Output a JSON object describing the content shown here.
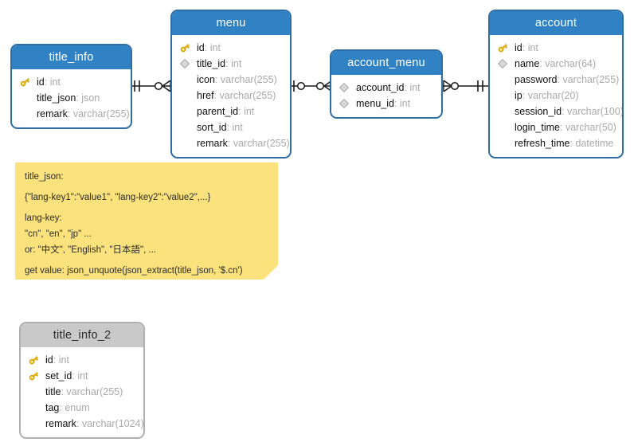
{
  "diagram": {
    "title": "database-er-diagram",
    "background": "#ffffff",
    "colors": {
      "header_blue": "#3182c4",
      "border_blue": "#2f6ea5",
      "header_gray": "#c9c9c9",
      "border_gray": "#b0b0b0",
      "note_yellow": "#fbe27d",
      "type_text": "#a9a9a9",
      "name_text": "#111111",
      "connector": "#1a1a1a"
    }
  },
  "entities": [
    {
      "name": "title_info",
      "style": "blue",
      "fields": [
        {
          "marker": "key-icon",
          "name": "id",
          "type": "int"
        },
        {
          "marker": "none",
          "name": "title_json",
          "type": "json"
        },
        {
          "marker": "none",
          "name": "remark",
          "type": "varchar(255)"
        }
      ]
    },
    {
      "name": "menu",
      "style": "blue",
      "fields": [
        {
          "marker": "key-icon",
          "name": "id",
          "type": "int"
        },
        {
          "marker": "diamond-icon",
          "name": "title_id",
          "type": "int"
        },
        {
          "marker": "none",
          "name": "icon",
          "type": "varchar(255)"
        },
        {
          "marker": "none",
          "name": "href",
          "type": "varchar(255)"
        },
        {
          "marker": "none",
          "name": "parent_id",
          "type": "int"
        },
        {
          "marker": "none",
          "name": "sort_id",
          "type": "int"
        },
        {
          "marker": "none",
          "name": "remark",
          "type": "varchar(255)"
        }
      ]
    },
    {
      "name": "account_menu",
      "style": "blue",
      "fields": [
        {
          "marker": "diamond-icon",
          "name": "account_id",
          "type": "int"
        },
        {
          "marker": "diamond-icon",
          "name": "menu_id",
          "type": "int"
        }
      ]
    },
    {
      "name": "account",
      "style": "blue",
      "fields": [
        {
          "marker": "key-icon",
          "name": "id",
          "type": "int"
        },
        {
          "marker": "diamond-icon",
          "name": "name",
          "type": "varchar(64)"
        },
        {
          "marker": "none",
          "name": "password",
          "type": "varchar(255)"
        },
        {
          "marker": "none",
          "name": "ip",
          "type": "varchar(20)"
        },
        {
          "marker": "none",
          "name": "session_id",
          "type": "varchar(100)"
        },
        {
          "marker": "none",
          "name": "login_time",
          "type": "varchar(50)"
        },
        {
          "marker": "none",
          "name": "refresh_time",
          "type": "datetime"
        }
      ]
    },
    {
      "name": "title_info_2",
      "style": "gray",
      "fields": [
        {
          "marker": "key-icon",
          "name": "id",
          "type": "int"
        },
        {
          "marker": "key-icon",
          "name": "set_id",
          "type": "int"
        },
        {
          "marker": "none",
          "name": "title",
          "type": "varchar(255)"
        },
        {
          "marker": "none",
          "name": "tag",
          "type": "enum"
        },
        {
          "marker": "none",
          "name": "remark",
          "type": "varchar(1024)"
        }
      ]
    }
  ],
  "relationships": [
    {
      "from": "title_info",
      "to": "menu",
      "from_cardinality": "exactly-one",
      "to_cardinality": "zero-or-many"
    },
    {
      "from": "menu",
      "to": "account_menu",
      "from_cardinality": "zero-or-one",
      "to_cardinality": "zero-or-many"
    },
    {
      "from": "account_menu",
      "to": "account",
      "from_cardinality": "zero-or-many",
      "to_cardinality": "exactly-one"
    }
  ],
  "note": {
    "lines": [
      "title_json:",
      "{\"lang-key1\":\"value1\", \"lang-key2\":\"value2\",...}",
      "lang-key:",
      "\"cn\", \"en\", \"jp\" ...",
      "or: \"中文\", \"English\", \"日本語\", ...",
      "get value: json_unquote(json_extract(title_json, '$.cn')"
    ]
  }
}
